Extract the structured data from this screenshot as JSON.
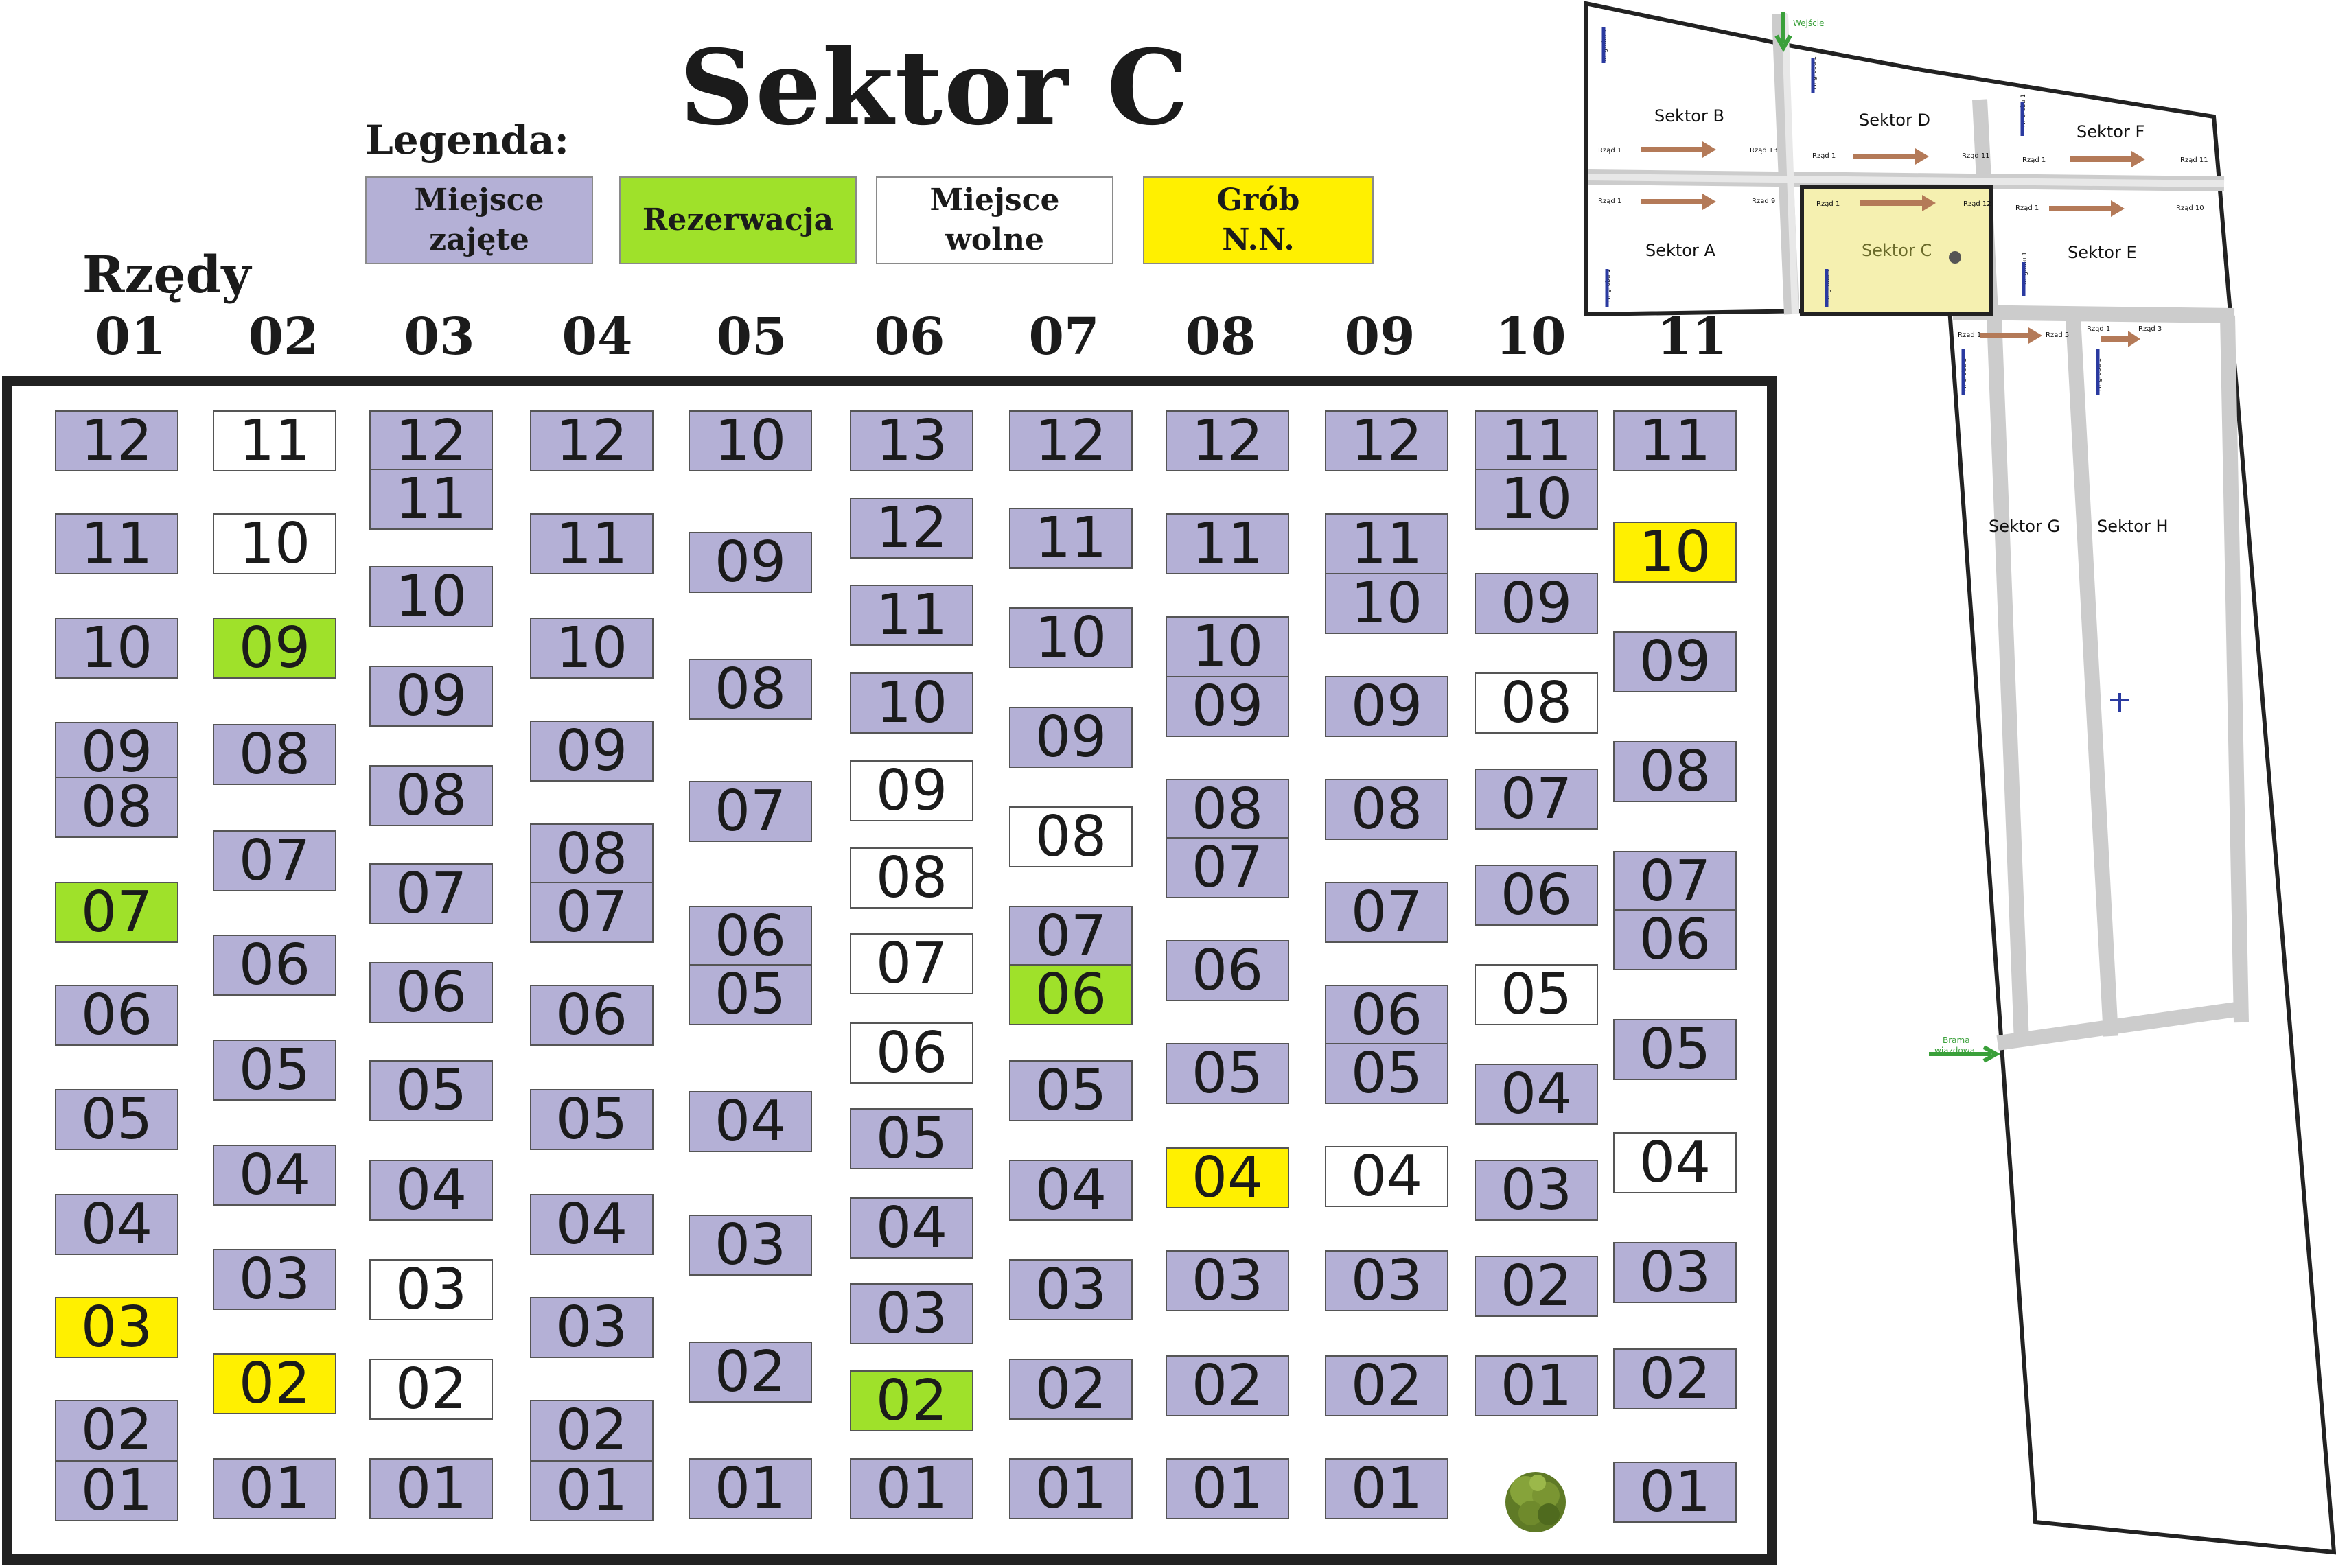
{
  "title": "Sektor C",
  "legend": {
    "title": "Legenda:",
    "items": [
      {
        "key": "occupied",
        "label": "Miejsce\nzajęte",
        "color": "#b4b0d6"
      },
      {
        "key": "reserved",
        "label": "Rezerwacja",
        "color": "#9fe12a"
      },
      {
        "key": "free",
        "label": "Miejsce\nwolne",
        "color": "#ffffff"
      },
      {
        "key": "nn",
        "label": "Grób\nN.N.",
        "color": "#fff000"
      }
    ]
  },
  "rows_title": "Rzędy",
  "columns": [
    {
      "label": "01",
      "plots": [
        {
          "n": "12",
          "s": "occupied"
        },
        {
          "n": "11",
          "s": "occupied"
        },
        {
          "n": "10",
          "s": "occupied"
        },
        {
          "n": "09",
          "s": "occupied"
        },
        {
          "n": "08",
          "s": "occupied"
        },
        {
          "n": "07",
          "s": "reserved"
        },
        {
          "n": "06",
          "s": "occupied"
        },
        {
          "n": "05",
          "s": "occupied"
        },
        {
          "n": "04",
          "s": "occupied"
        },
        {
          "n": "03",
          "s": "nn"
        },
        {
          "n": "02",
          "s": "occupied"
        },
        {
          "n": "01",
          "s": "occupied"
        }
      ]
    },
    {
      "label": "02",
      "plots": [
        {
          "n": "11",
          "s": "free"
        },
        {
          "n": "10",
          "s": "free"
        },
        {
          "n": "09",
          "s": "reserved"
        },
        {
          "n": "08",
          "s": "occupied"
        },
        {
          "n": "07",
          "s": "occupied"
        },
        {
          "n": "06",
          "s": "occupied"
        },
        {
          "n": "05",
          "s": "occupied"
        },
        {
          "n": "04",
          "s": "occupied"
        },
        {
          "n": "03",
          "s": "occupied"
        },
        {
          "n": "02",
          "s": "nn"
        },
        {
          "n": "01",
          "s": "occupied"
        }
      ]
    },
    {
      "label": "03",
      "plots": [
        {
          "n": "12",
          "s": "occupied"
        },
        {
          "n": "11",
          "s": "occupied"
        },
        {
          "n": "10",
          "s": "occupied"
        },
        {
          "n": "09",
          "s": "occupied"
        },
        {
          "n": "08",
          "s": "occupied"
        },
        {
          "n": "07",
          "s": "occupied"
        },
        {
          "n": "06",
          "s": "occupied"
        },
        {
          "n": "05",
          "s": "occupied"
        },
        {
          "n": "04",
          "s": "occupied"
        },
        {
          "n": "03",
          "s": "free"
        },
        {
          "n": "02",
          "s": "free"
        },
        {
          "n": "01",
          "s": "occupied"
        }
      ]
    },
    {
      "label": "04",
      "plots": [
        {
          "n": "12",
          "s": "occupied"
        },
        {
          "n": "11",
          "s": "occupied"
        },
        {
          "n": "10",
          "s": "occupied"
        },
        {
          "n": "09",
          "s": "occupied"
        },
        {
          "n": "08",
          "s": "occupied"
        },
        {
          "n": "07",
          "s": "occupied"
        },
        {
          "n": "06",
          "s": "occupied"
        },
        {
          "n": "05",
          "s": "occupied"
        },
        {
          "n": "04",
          "s": "occupied"
        },
        {
          "n": "03",
          "s": "occupied"
        },
        {
          "n": "02",
          "s": "occupied"
        },
        {
          "n": "01",
          "s": "occupied"
        }
      ]
    },
    {
      "label": "05",
      "plots": [
        {
          "n": "10",
          "s": "occupied"
        },
        {
          "n": "09",
          "s": "occupied"
        },
        {
          "n": "08",
          "s": "occupied"
        },
        {
          "n": "07",
          "s": "occupied"
        },
        {
          "n": "06",
          "s": "occupied"
        },
        {
          "n": "05",
          "s": "occupied"
        },
        {
          "n": "04",
          "s": "occupied"
        },
        {
          "n": "03",
          "s": "occupied"
        },
        {
          "n": "02",
          "s": "occupied"
        },
        {
          "n": "01",
          "s": "occupied"
        }
      ]
    },
    {
      "label": "06",
      "plots": [
        {
          "n": "13",
          "s": "occupied"
        },
        {
          "n": "12",
          "s": "occupied"
        },
        {
          "n": "11",
          "s": "occupied"
        },
        {
          "n": "10",
          "s": "occupied"
        },
        {
          "n": "09",
          "s": "free"
        },
        {
          "n": "08",
          "s": "free"
        },
        {
          "n": "07",
          "s": "free"
        },
        {
          "n": "06",
          "s": "free"
        },
        {
          "n": "05",
          "s": "occupied"
        },
        {
          "n": "04",
          "s": "occupied"
        },
        {
          "n": "03",
          "s": "occupied"
        },
        {
          "n": "02",
          "s": "reserved"
        },
        {
          "n": "01",
          "s": "occupied"
        }
      ]
    },
    {
      "label": "07",
      "plots": [
        {
          "n": "12",
          "s": "occupied"
        },
        {
          "n": "11",
          "s": "occupied"
        },
        {
          "n": "10",
          "s": "occupied"
        },
        {
          "n": "09",
          "s": "occupied"
        },
        {
          "n": "08",
          "s": "free"
        },
        {
          "n": "07",
          "s": "occupied"
        },
        {
          "n": "06",
          "s": "reserved"
        },
        {
          "n": "05",
          "s": "occupied"
        },
        {
          "n": "04",
          "s": "occupied"
        },
        {
          "n": "03",
          "s": "occupied"
        },
        {
          "n": "02",
          "s": "occupied"
        },
        {
          "n": "01",
          "s": "occupied"
        }
      ]
    },
    {
      "label": "08",
      "plots": [
        {
          "n": "12",
          "s": "occupied"
        },
        {
          "n": "11",
          "s": "occupied"
        },
        {
          "n": "10",
          "s": "occupied"
        },
        {
          "n": "09",
          "s": "occupied"
        },
        {
          "n": "08",
          "s": "occupied"
        },
        {
          "n": "07",
          "s": "occupied"
        },
        {
          "n": "06",
          "s": "occupied"
        },
        {
          "n": "05",
          "s": "occupied"
        },
        {
          "n": "04",
          "s": "nn"
        },
        {
          "n": "03",
          "s": "occupied"
        },
        {
          "n": "02",
          "s": "occupied"
        },
        {
          "n": "01",
          "s": "occupied"
        }
      ]
    },
    {
      "label": "09",
      "plots": [
        {
          "n": "12",
          "s": "occupied"
        },
        {
          "n": "11",
          "s": "occupied"
        },
        {
          "n": "10",
          "s": "occupied"
        },
        {
          "n": "09",
          "s": "occupied"
        },
        {
          "n": "08",
          "s": "occupied"
        },
        {
          "n": "07",
          "s": "occupied"
        },
        {
          "n": "06",
          "s": "occupied"
        },
        {
          "n": "05",
          "s": "occupied"
        },
        {
          "n": "04",
          "s": "free"
        },
        {
          "n": "03",
          "s": "occupied"
        },
        {
          "n": "02",
          "s": "occupied"
        },
        {
          "n": "01",
          "s": "occupied"
        }
      ]
    },
    {
      "label": "10",
      "plots": [
        {
          "n": "11",
          "s": "occupied"
        },
        {
          "n": "10",
          "s": "occupied"
        },
        {
          "n": "09",
          "s": "occupied"
        },
        {
          "n": "08",
          "s": "free"
        },
        {
          "n": "07",
          "s": "occupied"
        },
        {
          "n": "06",
          "s": "occupied"
        },
        {
          "n": "05",
          "s": "free"
        },
        {
          "n": "04",
          "s": "occupied"
        },
        {
          "n": "03",
          "s": "occupied"
        },
        {
          "n": "02",
          "s": "occupied"
        },
        {
          "n": "01",
          "s": "occupied"
        }
      ]
    },
    {
      "label": "11",
      "plots": [
        {
          "n": "11",
          "s": "occupied"
        },
        {
          "n": "10",
          "s": "nn"
        },
        {
          "n": "09",
          "s": "occupied"
        },
        {
          "n": "08",
          "s": "occupied"
        },
        {
          "n": "07",
          "s": "occupied"
        },
        {
          "n": "06",
          "s": "occupied"
        },
        {
          "n": "05",
          "s": "occupied"
        },
        {
          "n": "04",
          "s": "free"
        },
        {
          "n": "03",
          "s": "occupied"
        },
        {
          "n": "02",
          "s": "occupied"
        },
        {
          "n": "01",
          "s": "occupied"
        }
      ]
    }
  ],
  "overview_map": {
    "entrance": "Wejście",
    "gate": "Brama\nwjazdowa",
    "sectors": [
      "Sektor A",
      "Sektor B",
      "Sektor C",
      "Sektor D",
      "Sektor E",
      "Sektor F",
      "Sektor G",
      "Sektor H"
    ],
    "row_first": "Rząd 1",
    "row_b_last": "Rząd 13",
    "row_d_last": "Rząd 11",
    "row_f_last": "Rząd 11",
    "row_a_last": "Rząd 9",
    "row_c_last": "Rząd 12",
    "row_e_last": "Rząd 10",
    "row_g_last": "Rząd 5",
    "row_h_last": "Rząd 3",
    "grave_no": "Nr grobu 1",
    "highlight_color": "#f5f0b0"
  }
}
